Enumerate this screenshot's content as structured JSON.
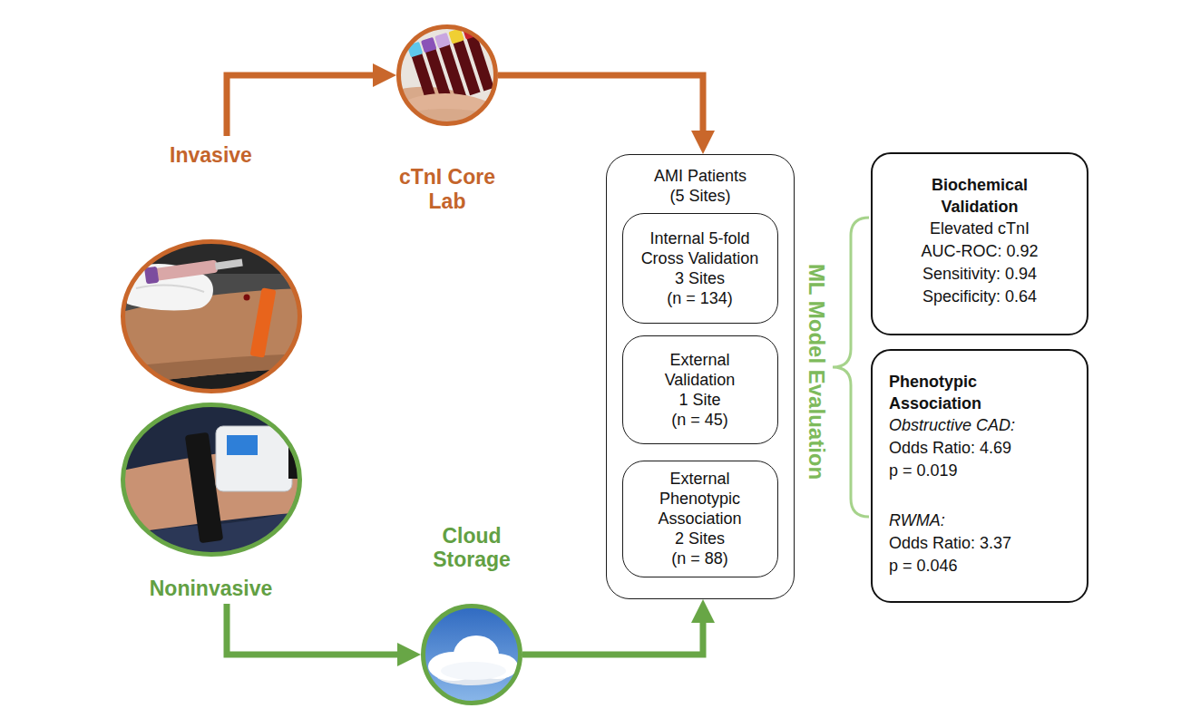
{
  "diagram": {
    "nodes": [
      {
        "text": [
          "Invasive"
        ]
      },
      {
        "text": [
          "cTnI Core Lab"
        ]
      },
      {
        "text": [
          "Noninvasive"
        ]
      },
      {
        "text": [
          "Cloud Storage"
        ]
      },
      {
        "text": [
          "AMI Patients (5 Sites)"
        ]
      },
      {
        "text": [
          "Internal 5-fold Cross Validation",
          "3 Sites",
          "(n = 134)"
        ],
        "in": 4
      },
      {
        "text": [
          "External Validation",
          "1 Site",
          "(n = 45)"
        ],
        "in": 4
      },
      {
        "text": [
          "External Phenotypic Association",
          "2 Sites",
          "(n = 88)"
        ],
        "in": 4
      },
      {
        "text": [
          "Biochemical Validation",
          "Elevated cTnI",
          "AUC-ROC: 0.92",
          "Sensitivity: 0.94",
          "Specificity: 0.64"
        ]
      },
      {
        "text": [
          "Phenotypic Association",
          "Obstructive CAD:",
          "Odds Ratio: 4.69",
          "p = 0.019",
          "RWMA:",
          "Odds Ratio: 3.37",
          "p = 0.046"
        ]
      }
    ],
    "edges": [
      {
        "from": 0,
        "to": 1,
        "arrow": "to"
      },
      {
        "from": 1,
        "to": 4,
        "arrow": "to"
      },
      {
        "from": 2,
        "to": 3,
        "arrow": "to"
      },
      {
        "from": 3,
        "to": 4,
        "arrow": "to"
      }
    ],
    "labels": [
      "ML Model Evaluation"
    ]
  }
}
